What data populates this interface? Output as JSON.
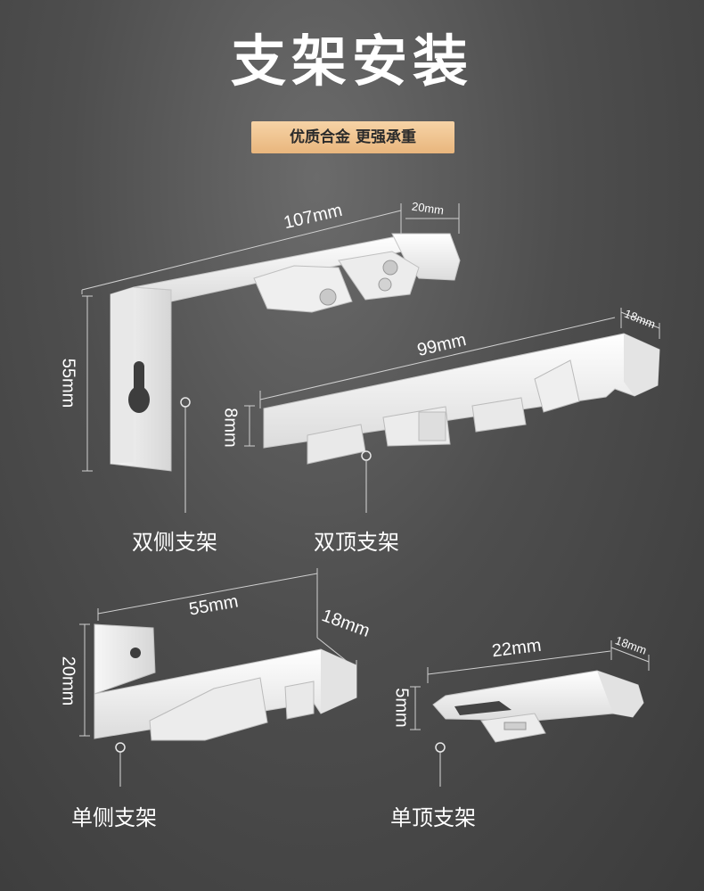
{
  "title": "支架安装",
  "badge": "优质合金 更强承重",
  "dims": {
    "d107": "107mm",
    "d20a": "20mm",
    "d55v": "55mm",
    "d99": "99mm",
    "d18a": "18mm",
    "d8": "8mm",
    "d55h": "55mm",
    "d18b": "18mm",
    "d20v": "20mm",
    "d22": "22mm",
    "d18c": "18mm",
    "d5": "5mm"
  },
  "captions": {
    "double_side": "双侧支架",
    "double_top": "双顶支架",
    "single_side": "单侧支架",
    "single_top": "单顶支架"
  },
  "colors": {
    "background": "#4e4e4e",
    "badge_gradient": [
      "#f6d3a6",
      "#e9b67d"
    ],
    "bracket": "#f4f4f4"
  }
}
